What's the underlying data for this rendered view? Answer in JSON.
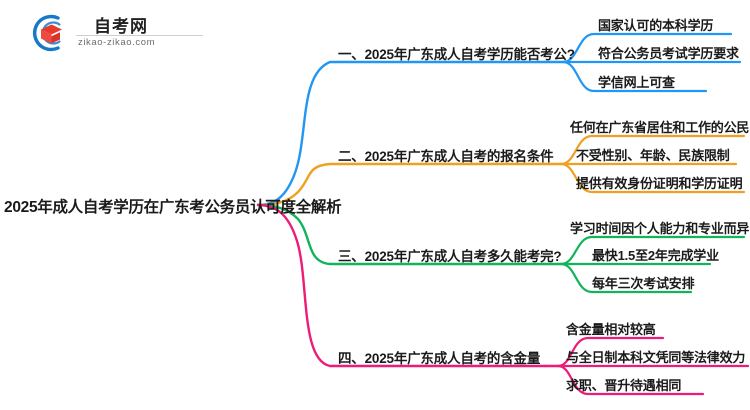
{
  "logo": {
    "name": "zikao-logo",
    "zh_text": "自考网",
    "domain_text": "zikao-zikao.com",
    "mark_blue": "#1679C8",
    "mark_red": "#E8392E"
  },
  "mindmap": {
    "root": {
      "label": "2025年成人自考学历在广东考公务员认可度全解析"
    },
    "branches": [
      {
        "id": "branch-1",
        "label": "一、2025年广东成人自考学历能否考公?",
        "color": "#2196F3",
        "leaves": [
          {
            "label": "国家认可的本科学历"
          },
          {
            "label": "符合公务员考试学历要求"
          },
          {
            "label": "学信网上可查"
          }
        ]
      },
      {
        "id": "branch-2",
        "label": "二、2025年广东成人自考的报名条件",
        "color": "#F0A020",
        "leaves": [
          {
            "label": "任何在广东省居住和工作的公民"
          },
          {
            "label": "不受性别、年龄、民族限制"
          },
          {
            "label": "提供有效身份证明和学历证明"
          }
        ]
      },
      {
        "id": "branch-3",
        "label": "三、2025年广东成人自考多久能考完?",
        "color": "#12B45A",
        "leaves": [
          {
            "label": "学习时间因个人能力和专业而异"
          },
          {
            "label": "最快1.5至2年完成学业"
          },
          {
            "label": "每年三次考试安排"
          }
        ]
      },
      {
        "id": "branch-4",
        "label": "四、2025年广东成人自考的含金量",
        "color": "#EC1C77",
        "leaves": [
          {
            "label": "含金量相对较高"
          },
          {
            "label": "与全日制本科文凭同等法律效力"
          },
          {
            "label": "求职、晋升待遇相同"
          }
        ]
      }
    ]
  }
}
